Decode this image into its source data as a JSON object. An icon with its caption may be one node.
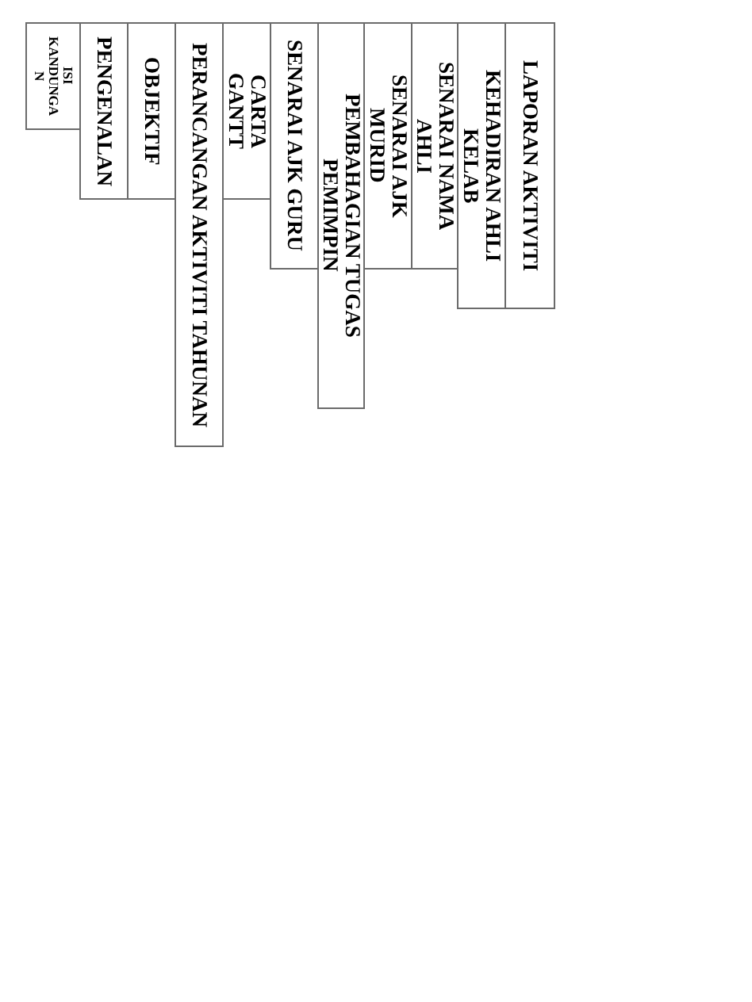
{
  "diagram": {
    "nodes": [
      {
        "text": [
          "ISI KANDUNGAN"
        ]
      },
      {
        "text": [
          "PENGENALAN"
        ]
      },
      {
        "text": [
          "OBJEKTIF"
        ]
      },
      {
        "text": [
          "PERANCANGAN AKTIVITI TAHUNAN"
        ]
      },
      {
        "text": [
          "CARTA GANTT"
        ]
      },
      {
        "text": [
          "SENARAI AJK GURU"
        ]
      },
      {
        "text": [
          "PEMBAHAGIAN TUGAS PEMIMPIN"
        ]
      },
      {
        "text": [
          "SENARAI AJK MURID"
        ]
      },
      {
        "text": [
          "SENARAI NAMA AHLI"
        ]
      },
      {
        "text": [
          "KEHADIRAN AHLI KELAB"
        ]
      },
      {
        "text": [
          "LAPORAN AKTIVITI"
        ]
      }
    ]
  }
}
